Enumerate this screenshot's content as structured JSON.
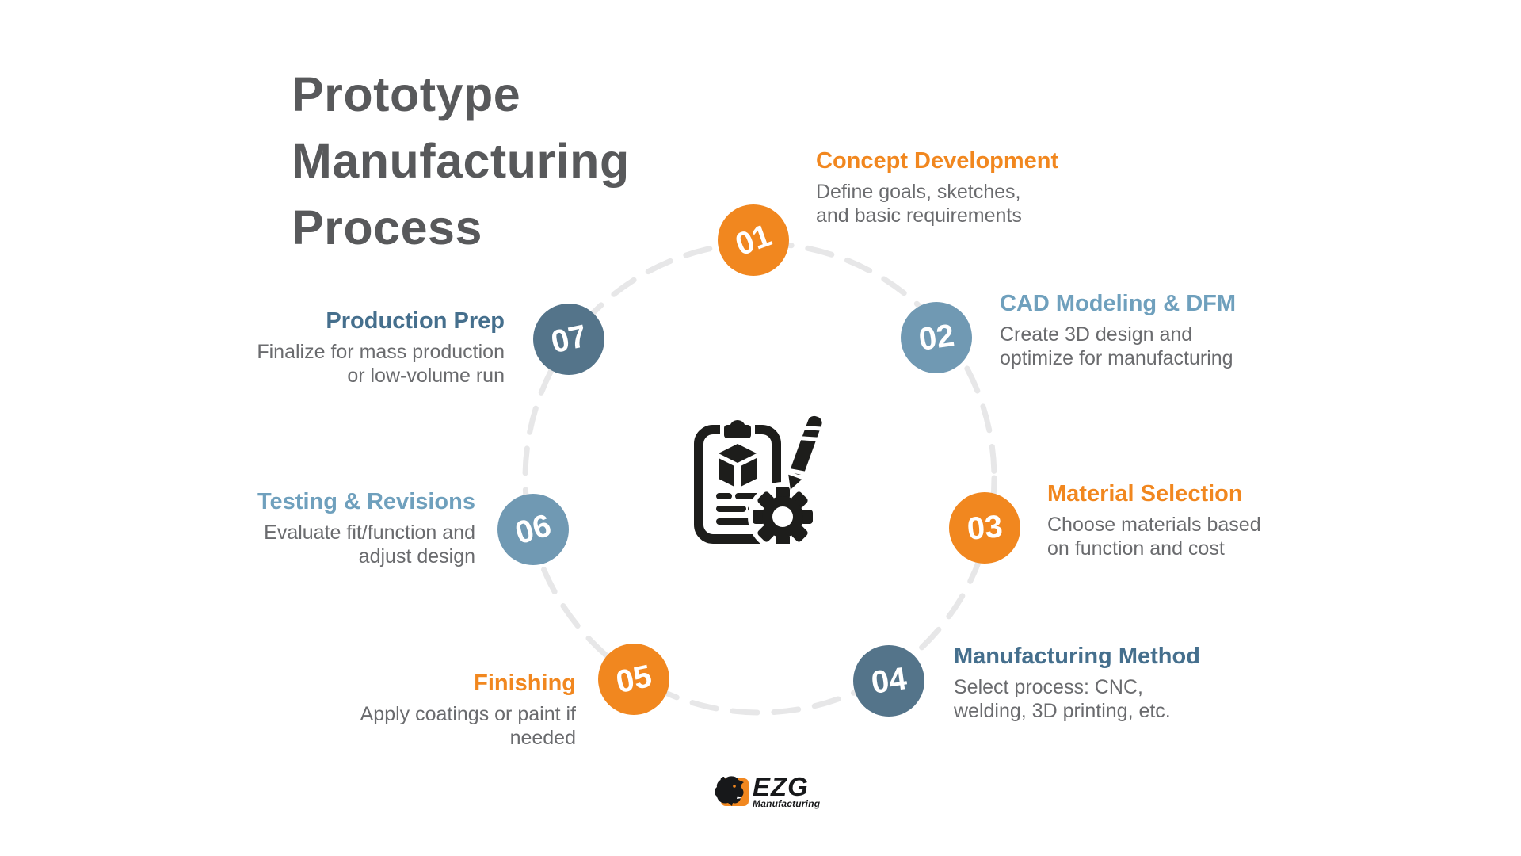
{
  "title": {
    "lines": [
      "Prototype",
      "Manufacturing",
      "Process"
    ]
  },
  "colors": {
    "orange": "#F1871F",
    "light_blue": "#7099B3",
    "light_blue_heading": "#6FA0BD",
    "dark_blue": "#54748A",
    "dark_blue_heading": "#456F8D",
    "title_gray": "#58595B",
    "body_gray": "#6A6B6E",
    "dash_gray": "#E7E7E8",
    "icon_black": "#1D1D1B",
    "number_white": "#FFFFFF",
    "logo_orange": "#F1871F",
    "logo_black": "#17181A"
  },
  "steps": [
    {
      "number": "01",
      "title": "Concept Development",
      "lines": [
        "Define goals, sketches,",
        "and basic requirements"
      ],
      "accent": "orange",
      "circle_color": "#F1871F",
      "title_color": "#F1871F"
    },
    {
      "number": "02",
      "title": "CAD Modeling & DFM",
      "lines": [
        "Create 3D design and",
        "optimize for manufacturing"
      ],
      "accent": "light_blue",
      "circle_color": "#7099B3",
      "title_color": "#6FA0BD"
    },
    {
      "number": "03",
      "title": "Material Selection",
      "lines": [
        "Choose materials based",
        "on function and cost"
      ],
      "accent": "orange",
      "circle_color": "#F1871F",
      "title_color": "#F1871F"
    },
    {
      "number": "04",
      "title": "Manufacturing Method",
      "lines": [
        "Select process: CNC,",
        "welding, 3D printing, etc."
      ],
      "accent": "dark_blue",
      "circle_color": "#54748A",
      "title_color": "#456F8D"
    },
    {
      "number": "05",
      "title": "Finishing",
      "lines": [
        "Apply coatings or paint if",
        "needed"
      ],
      "accent": "orange",
      "circle_color": "#F1871F",
      "title_color": "#F1871F"
    },
    {
      "number": "06",
      "title": "Testing & Revisions",
      "lines": [
        "Evaluate fit/function and",
        "adjust design"
      ],
      "accent": "light_blue",
      "circle_color": "#7099B3",
      "title_color": "#6FA0BD"
    },
    {
      "number": "07",
      "title": "Production Prep",
      "lines": [
        "Finalize for mass production",
        "or low-volume run"
      ],
      "accent": "dark_blue",
      "circle_color": "#54748A",
      "title_color": "#456F8D"
    }
  ],
  "center_icon": {
    "name": "prototype-clipboard-icon",
    "elements": [
      "clipboard",
      "3d-cube",
      "text-lines",
      "pencil",
      "gear"
    ]
  },
  "logo": {
    "name": "EZG",
    "subtext": "Manufacturing"
  }
}
